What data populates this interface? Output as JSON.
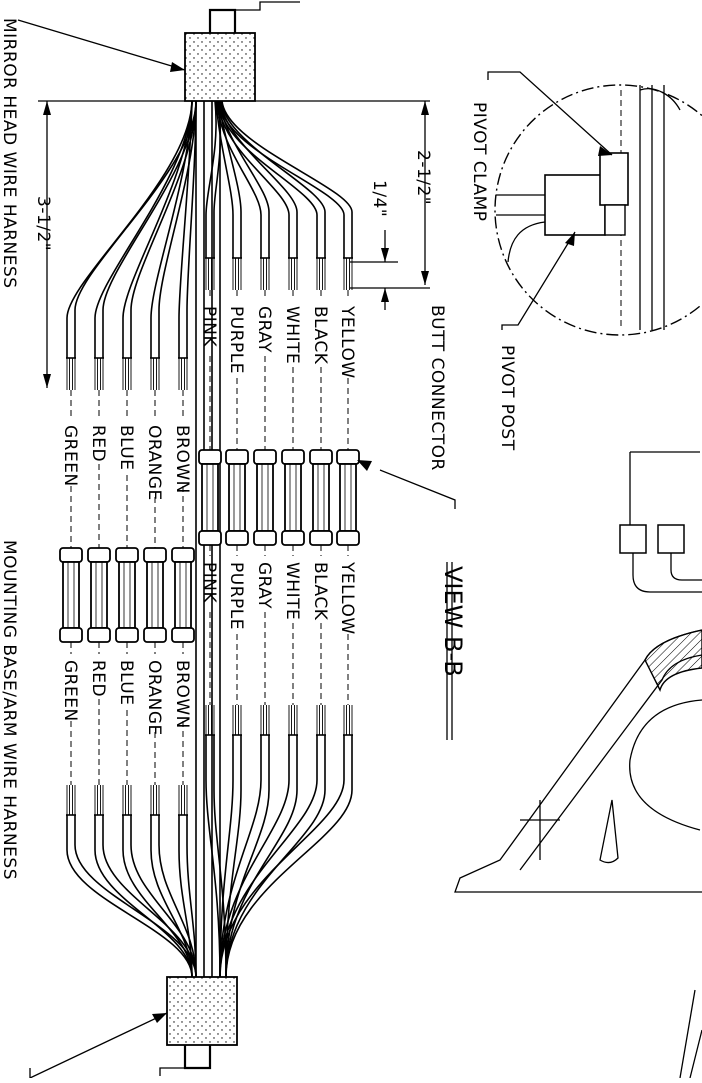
{
  "labels": {
    "mirror_head_harness": "MIRROR HEAD WIRE HARNESS",
    "mounting_base_harness": "MOUNTING BASE/ARM WIRE HARNESS",
    "butt_connector": "BUTT CONNECTOR",
    "pivot_clamp": "PIVOT CLAMP",
    "pivot_post": "PIVOT POST",
    "view_title": "VIEW B-B"
  },
  "dimensions": {
    "overall": "3-1/2\"",
    "head_length": "2-1/2\"",
    "strip_length": "1/4\""
  },
  "wires": {
    "right_group": [
      "YELLOW",
      "BLACK",
      "WHITE",
      "GRAY",
      "PURPLE",
      "PINK"
    ],
    "left_group": [
      "BROWN",
      "ORANGE",
      "BLUE",
      "RED",
      "GREEN"
    ]
  }
}
